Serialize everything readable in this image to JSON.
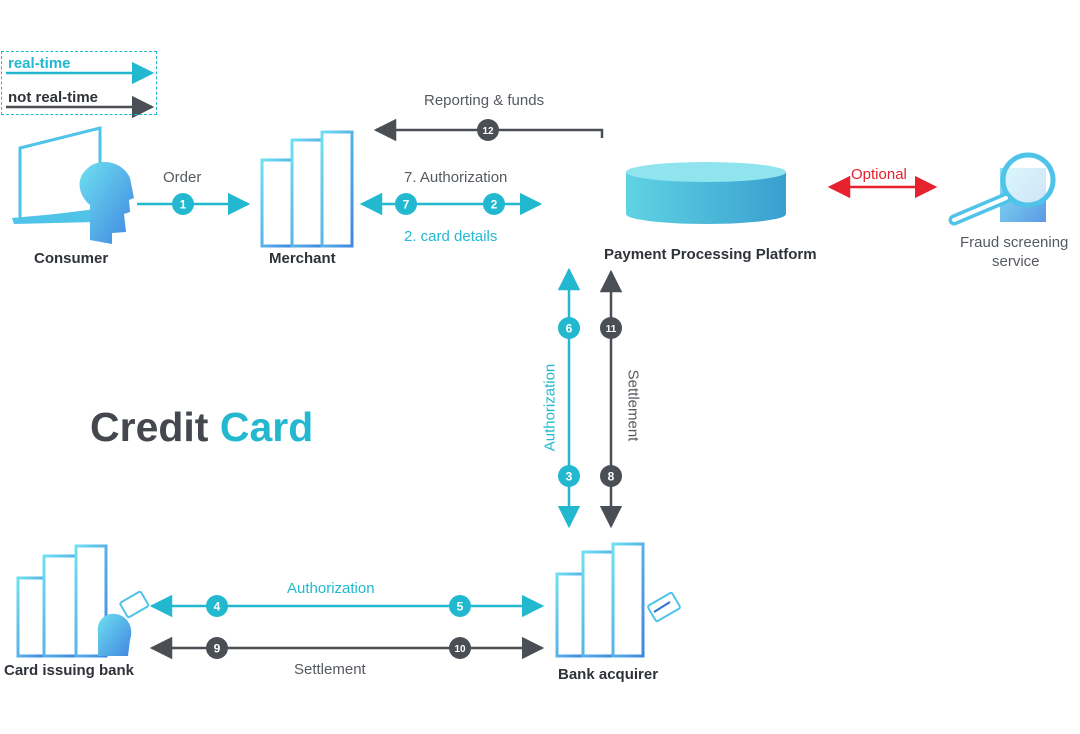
{
  "legend": {
    "realtime": "real-time",
    "not_realtime": "not real-time"
  },
  "title": {
    "word1": "Credit",
    "word2": "Card"
  },
  "nodes": {
    "consumer": "Consumer",
    "merchant": "Merchant",
    "platform": "Payment Processing Platform",
    "fraud_line1": "Fraud screening",
    "fraud_line2": "service",
    "issuer": "Card issuing bank",
    "acquirer": "Bank acquirer"
  },
  "flows": {
    "order": "Order",
    "authorization_7": "7. Authorization",
    "card_details_2": "2. card details",
    "reporting": "Reporting & funds",
    "optional": "Optional",
    "authorization_vertical": "Authorization",
    "settlement_vertical": "Settlement",
    "authorization_bottom": "Authorization",
    "settlement_bottom": "Settlement"
  },
  "steps": {
    "s1": "1",
    "s2": "2",
    "s3": "3",
    "s4": "4",
    "s5": "5",
    "s6": "6",
    "s7": "7",
    "s8": "8",
    "s9": "9",
    "s10": "10",
    "s11": "11",
    "s12": "12"
  },
  "colors": {
    "teal": "#22b8cf",
    "dark": "#4a4e55",
    "red": "#e5222d",
    "building": "#4fc3e8"
  }
}
